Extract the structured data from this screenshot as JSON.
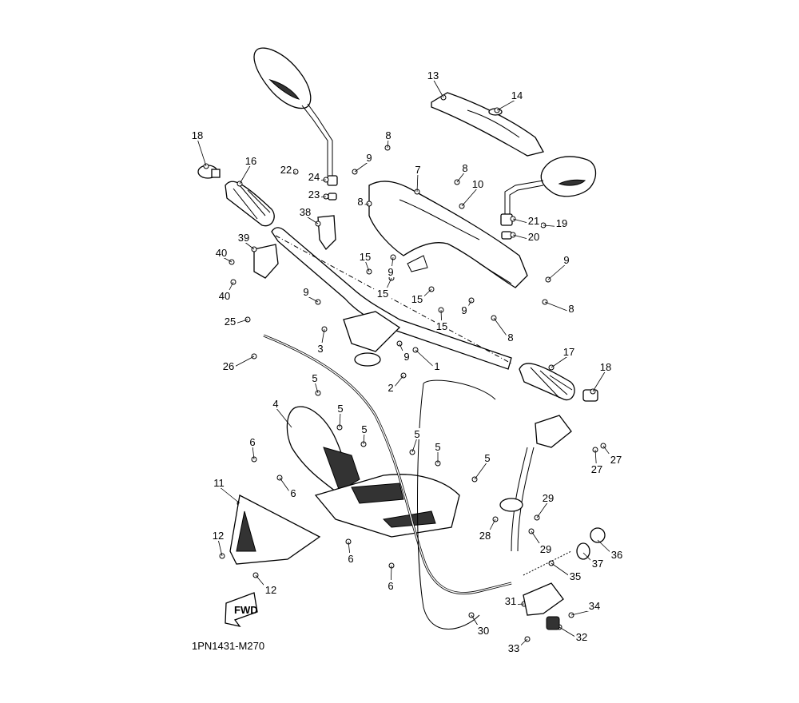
{
  "diagram_code": "1PN1431-M270",
  "fwd_label": "FWD",
  "callouts": [
    "13",
    "14",
    "18",
    "16",
    "8",
    "9",
    "22",
    "24",
    "7",
    "8",
    "10",
    "8",
    "23",
    "21",
    "19",
    "38",
    "20",
    "39",
    "40",
    "15",
    "9",
    "9",
    "40",
    "15",
    "9",
    "15",
    "9",
    "8",
    "25",
    "15",
    "3",
    "8",
    "9",
    "1",
    "17",
    "18",
    "26",
    "2",
    "5",
    "4",
    "5",
    "5",
    "5",
    "5",
    "6",
    "5",
    "27",
    "27",
    "6",
    "11",
    "29",
    "28",
    "29",
    "12",
    "6",
    "36",
    "37",
    "35",
    "12",
    "6",
    "31",
    "34",
    "30",
    "32",
    "33"
  ]
}
